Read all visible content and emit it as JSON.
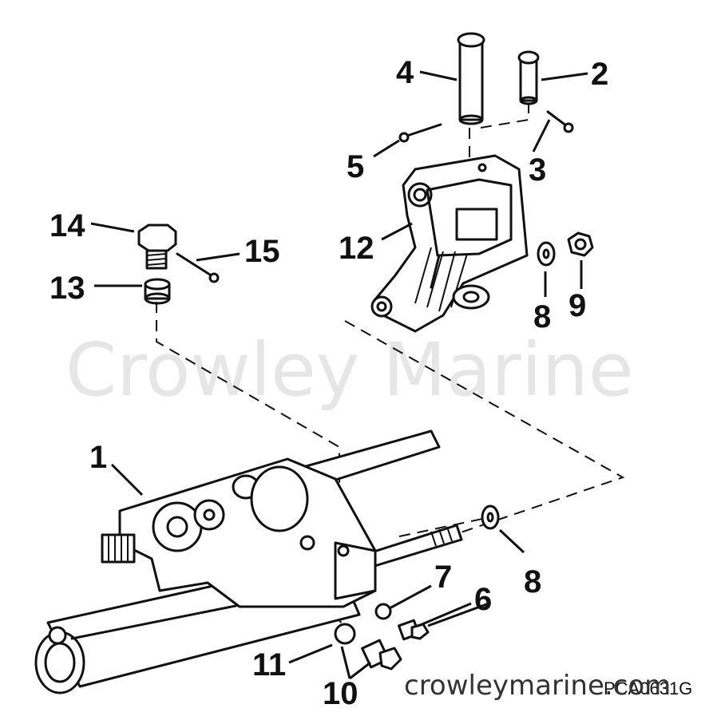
{
  "callouts": [
    "1",
    "2",
    "3",
    "4",
    "5",
    "6",
    "7",
    "8",
    "8",
    "9",
    "10",
    "11",
    "12",
    "13",
    "14",
    "15"
  ],
  "watermark": "Crowley Marine",
  "site": "crowleymarine.com",
  "part_code": "PCA0631G"
}
